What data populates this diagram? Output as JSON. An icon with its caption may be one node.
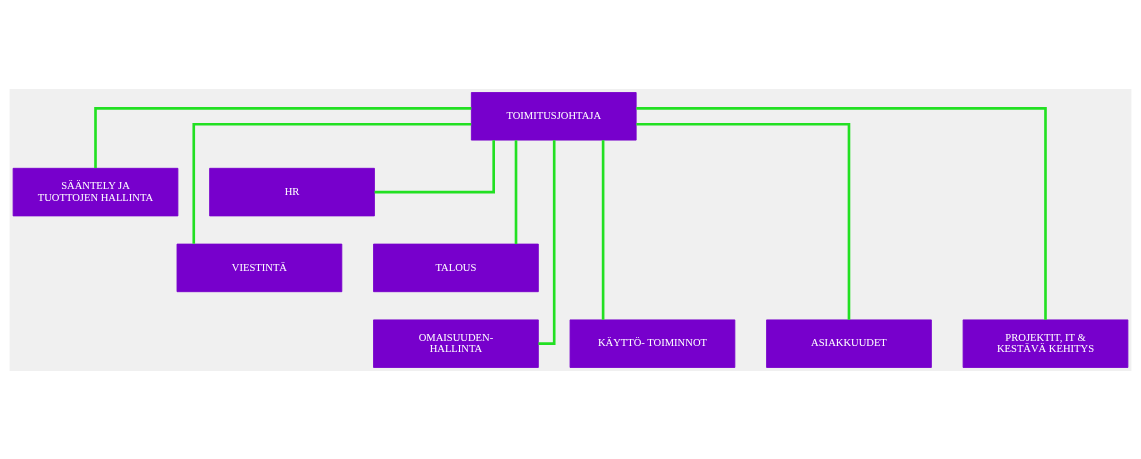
{
  "diagram": {
    "nodes": [
      {
        "text": [
          "TOIMITUSJOHTAJA"
        ]
      },
      {
        "text": [
          "SÄÄNTELY JA TUOTTOJEN HALLINTA"
        ]
      },
      {
        "text": [
          "HR"
        ]
      },
      {
        "text": [
          "VIESTINTÄ"
        ]
      },
      {
        "text": [
          "TALOUS"
        ]
      },
      {
        "text": [
          "OMAISUUDEN- HALLINTA"
        ]
      },
      {
        "text": [
          "KÄYTTÖ- TOIMINNOT"
        ]
      },
      {
        "text": [
          "ASIAKKUUDET"
        ]
      },
      {
        "text": [
          "PROJEKTIT, IT & KESTÄVÄ KEHITYS"
        ]
      }
    ],
    "edges": [
      {
        "from": 0,
        "to": 1,
        "arrow": "none"
      },
      {
        "from": 0,
        "to": 2,
        "arrow": "none"
      },
      {
        "from": 0,
        "to": 3,
        "arrow": "none"
      },
      {
        "from": 0,
        "to": 4,
        "arrow": "none"
      },
      {
        "from": 0,
        "to": 5,
        "arrow": "none"
      },
      {
        "from": 0,
        "to": 6,
        "arrow": "none"
      },
      {
        "from": 0,
        "to": 7,
        "arrow": "none"
      },
      {
        "from": 0,
        "to": 8,
        "arrow": "none"
      }
    ]
  }
}
